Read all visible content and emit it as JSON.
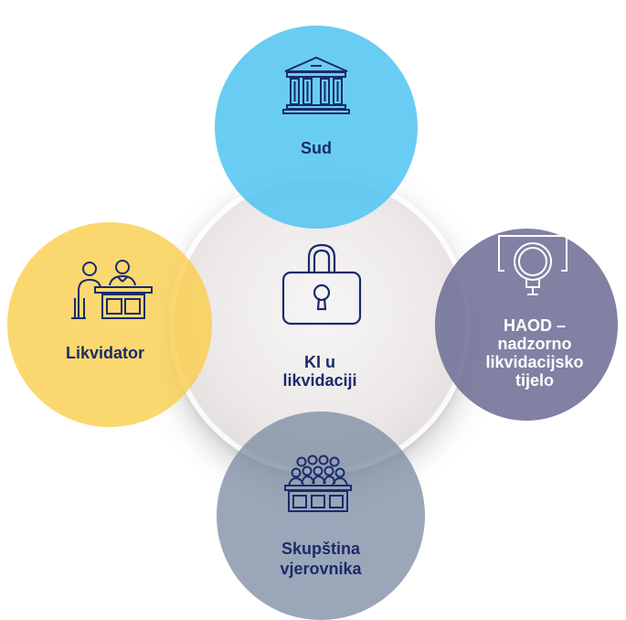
{
  "nodes": {
    "sud": {
      "label": "Sud",
      "icon": "courthouse-icon",
      "color": "#4fc4f1"
    },
    "likvidator": {
      "label": "Likvidator",
      "icon": "reception-desk-icon",
      "color": "#facd46"
    },
    "center": {
      "line1": "KI u",
      "line2": "likvidaciji",
      "icon": "padlock-icon",
      "color": "#ece8e8"
    },
    "haod": {
      "line1": "HAOD –",
      "line2": "nadzorno",
      "line3": "likvidacijsko",
      "line4": "tijelo",
      "icon": "magnifier-monitor-icon",
      "color": "#6e7096"
    },
    "skupstina": {
      "line1": "Skupština",
      "line2": "vjerovnika",
      "icon": "audience-icon",
      "color": "#7a8aa0"
    }
  },
  "colors": {
    "text_dark": "#1a2b6b",
    "text_light": "#ffffff"
  }
}
